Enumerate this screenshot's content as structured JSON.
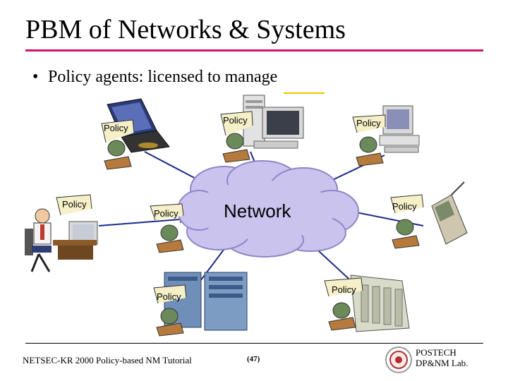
{
  "slide": {
    "title": "PBM of Networks & Systems",
    "bullet": "Policy agents: licensed to manage",
    "bullet_marker": "•"
  },
  "diagram": {
    "network_label": "Network",
    "policy_label": "Policy",
    "nodes": [
      "laptop",
      "desktop-pc",
      "workstation",
      "office-worker",
      "server-host",
      "mobile-phone",
      "mainframe",
      "equipment-rack"
    ]
  },
  "footer": {
    "left": "NETSEC-KR 2000 Policy-based NM Tutorial",
    "page": "(47)",
    "lab_line1": "POSTECH",
    "lab_line2": "DP&NM Lab."
  },
  "colors": {
    "title_rule": "#d0156f",
    "cloud": "#c9c3ee",
    "link": "#1a2a8a"
  }
}
